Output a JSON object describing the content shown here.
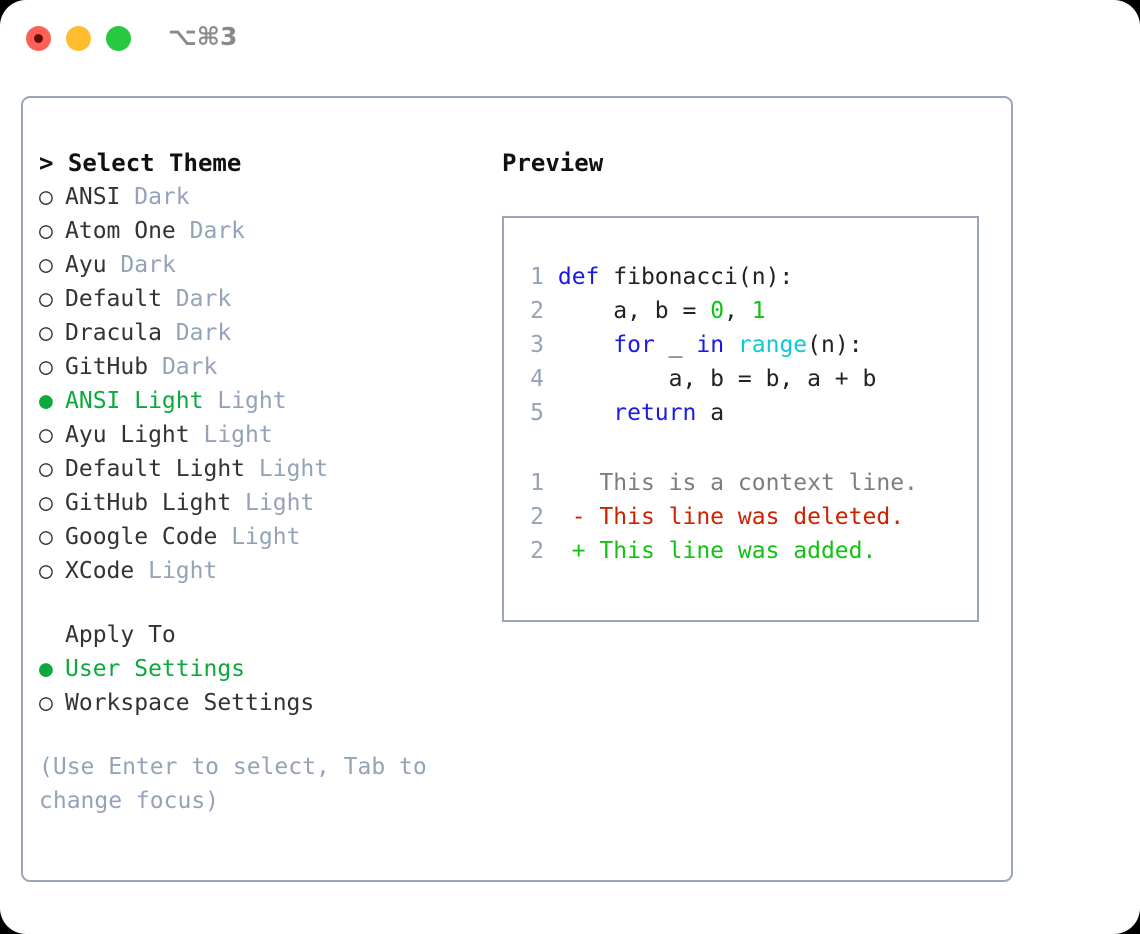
{
  "window": {
    "shortcut_label": "⌥⌘3",
    "traffic_lights": [
      "close",
      "minimize",
      "maximize"
    ],
    "colors": {
      "close": "#ff5f57",
      "minimize": "#febc2e",
      "maximize": "#28c840",
      "border": "#9aa6b6",
      "accent_green": "#0ca93c",
      "muted": "#94a3b8"
    }
  },
  "theme_panel": {
    "heading": "> Select Theme",
    "options": [
      {
        "marker": "○",
        "selected": false,
        "label": "ANSI",
        "tag": "Dark"
      },
      {
        "marker": "○",
        "selected": false,
        "label": "Atom One",
        "tag": "Dark"
      },
      {
        "marker": "○",
        "selected": false,
        "label": "Ayu",
        "tag": "Dark"
      },
      {
        "marker": "○",
        "selected": false,
        "label": "Default",
        "tag": "Dark"
      },
      {
        "marker": "○",
        "selected": false,
        "label": "Dracula",
        "tag": "Dark"
      },
      {
        "marker": "○",
        "selected": false,
        "label": "GitHub",
        "tag": "Dark"
      },
      {
        "marker": "●",
        "selected": true,
        "label": "ANSI Light",
        "tag": "Light"
      },
      {
        "marker": "○",
        "selected": false,
        "label": "Ayu Light",
        "tag": "Light"
      },
      {
        "marker": "○",
        "selected": false,
        "label": "Default Light",
        "tag": "Light"
      },
      {
        "marker": "○",
        "selected": false,
        "label": "GitHub Light",
        "tag": "Light"
      },
      {
        "marker": "○",
        "selected": false,
        "label": "Google Code",
        "tag": "Light"
      },
      {
        "marker": "○",
        "selected": false,
        "label": "XCode",
        "tag": "Light"
      }
    ],
    "apply_to": {
      "heading": "Apply To",
      "options": [
        {
          "marker": "●",
          "selected": true,
          "label": "User Settings"
        },
        {
          "marker": "○",
          "selected": false,
          "label": "Workspace Settings"
        }
      ]
    },
    "hint": "(Use Enter to select, Tab to change focus)"
  },
  "preview_panel": {
    "heading": "Preview",
    "code_lines": [
      {
        "no": "1",
        "tokens": [
          {
            "t": "def",
            "c": "kw"
          },
          {
            "t": " fibonacci(n):",
            "c": "plain"
          }
        ]
      },
      {
        "no": "2",
        "tokens": [
          {
            "t": "    a, b = ",
            "c": "plain"
          },
          {
            "t": "0",
            "c": "num"
          },
          {
            "t": ", ",
            "c": "plain"
          },
          {
            "t": "1",
            "c": "num"
          }
        ]
      },
      {
        "no": "3",
        "tokens": [
          {
            "t": "    ",
            "c": "plain"
          },
          {
            "t": "for",
            "c": "kw"
          },
          {
            "t": " _ ",
            "c": "plain"
          },
          {
            "t": "in",
            "c": "kw"
          },
          {
            "t": " ",
            "c": "plain"
          },
          {
            "t": "range",
            "c": "fn"
          },
          {
            "t": "(n):",
            "c": "plain"
          }
        ]
      },
      {
        "no": "4",
        "tokens": [
          {
            "t": "        a, b = b, a + b",
            "c": "plain"
          }
        ]
      },
      {
        "no": "5",
        "tokens": [
          {
            "t": "    ",
            "c": "plain"
          },
          {
            "t": "return",
            "c": "kw"
          },
          {
            "t": " a",
            "c": "plain"
          }
        ]
      }
    ],
    "diff_lines": [
      {
        "no": "1",
        "kind": "ctx",
        "text": "  This is a context line."
      },
      {
        "no": "2",
        "kind": "del",
        "text": "- This line was deleted."
      },
      {
        "no": "2",
        "kind": "add",
        "text": "+ This line was added."
      }
    ]
  }
}
